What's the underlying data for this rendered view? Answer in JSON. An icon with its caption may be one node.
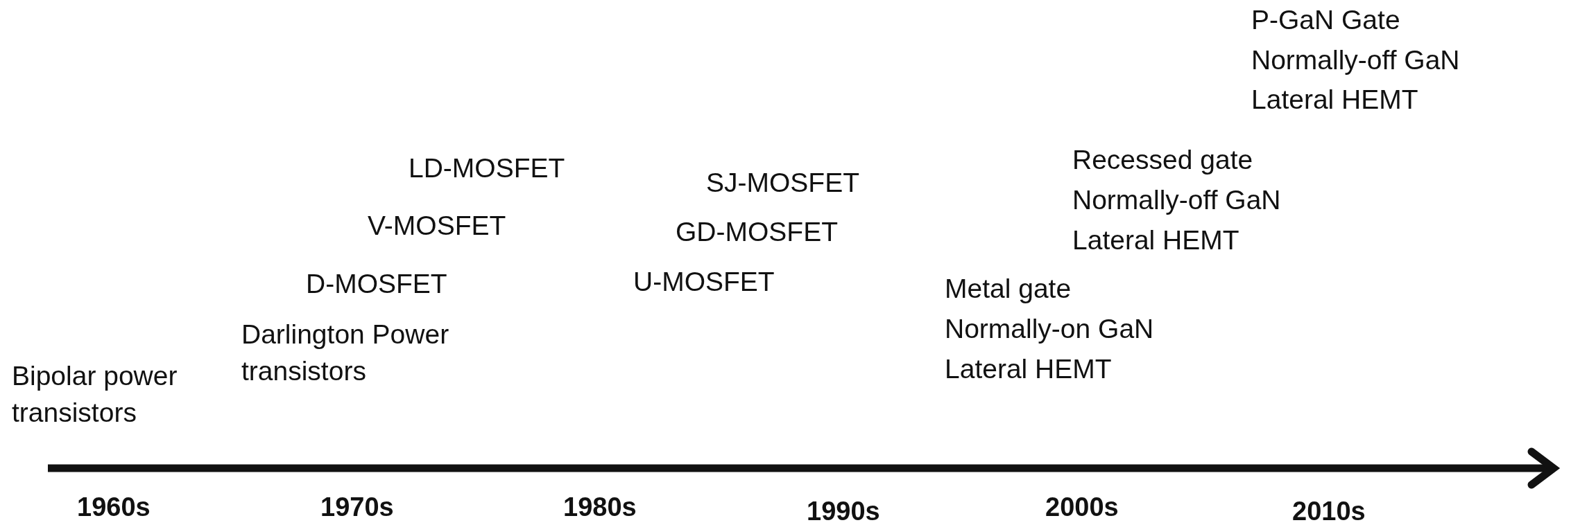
{
  "diagram": {
    "labels": [
      "P-GaN Gate",
      "Normally-off GaN",
      "Lateral HEMT",
      "Recessed gate",
      "Normally-off GaN",
      "Lateral HEMT",
      "LD-MOSFET",
      "SJ-MOSFET",
      "V-MOSFET",
      "GD-MOSFET",
      "D-MOSFET",
      "U-MOSFET",
      "Metal gate",
      "Normally-on GaN",
      "Lateral HEMT",
      "Darlington Power transistors",
      "Bipolar power transistors",
      "1960s",
      "1970s",
      "1980s",
      "1990s",
      "2000s",
      "2010s"
    ]
  }
}
